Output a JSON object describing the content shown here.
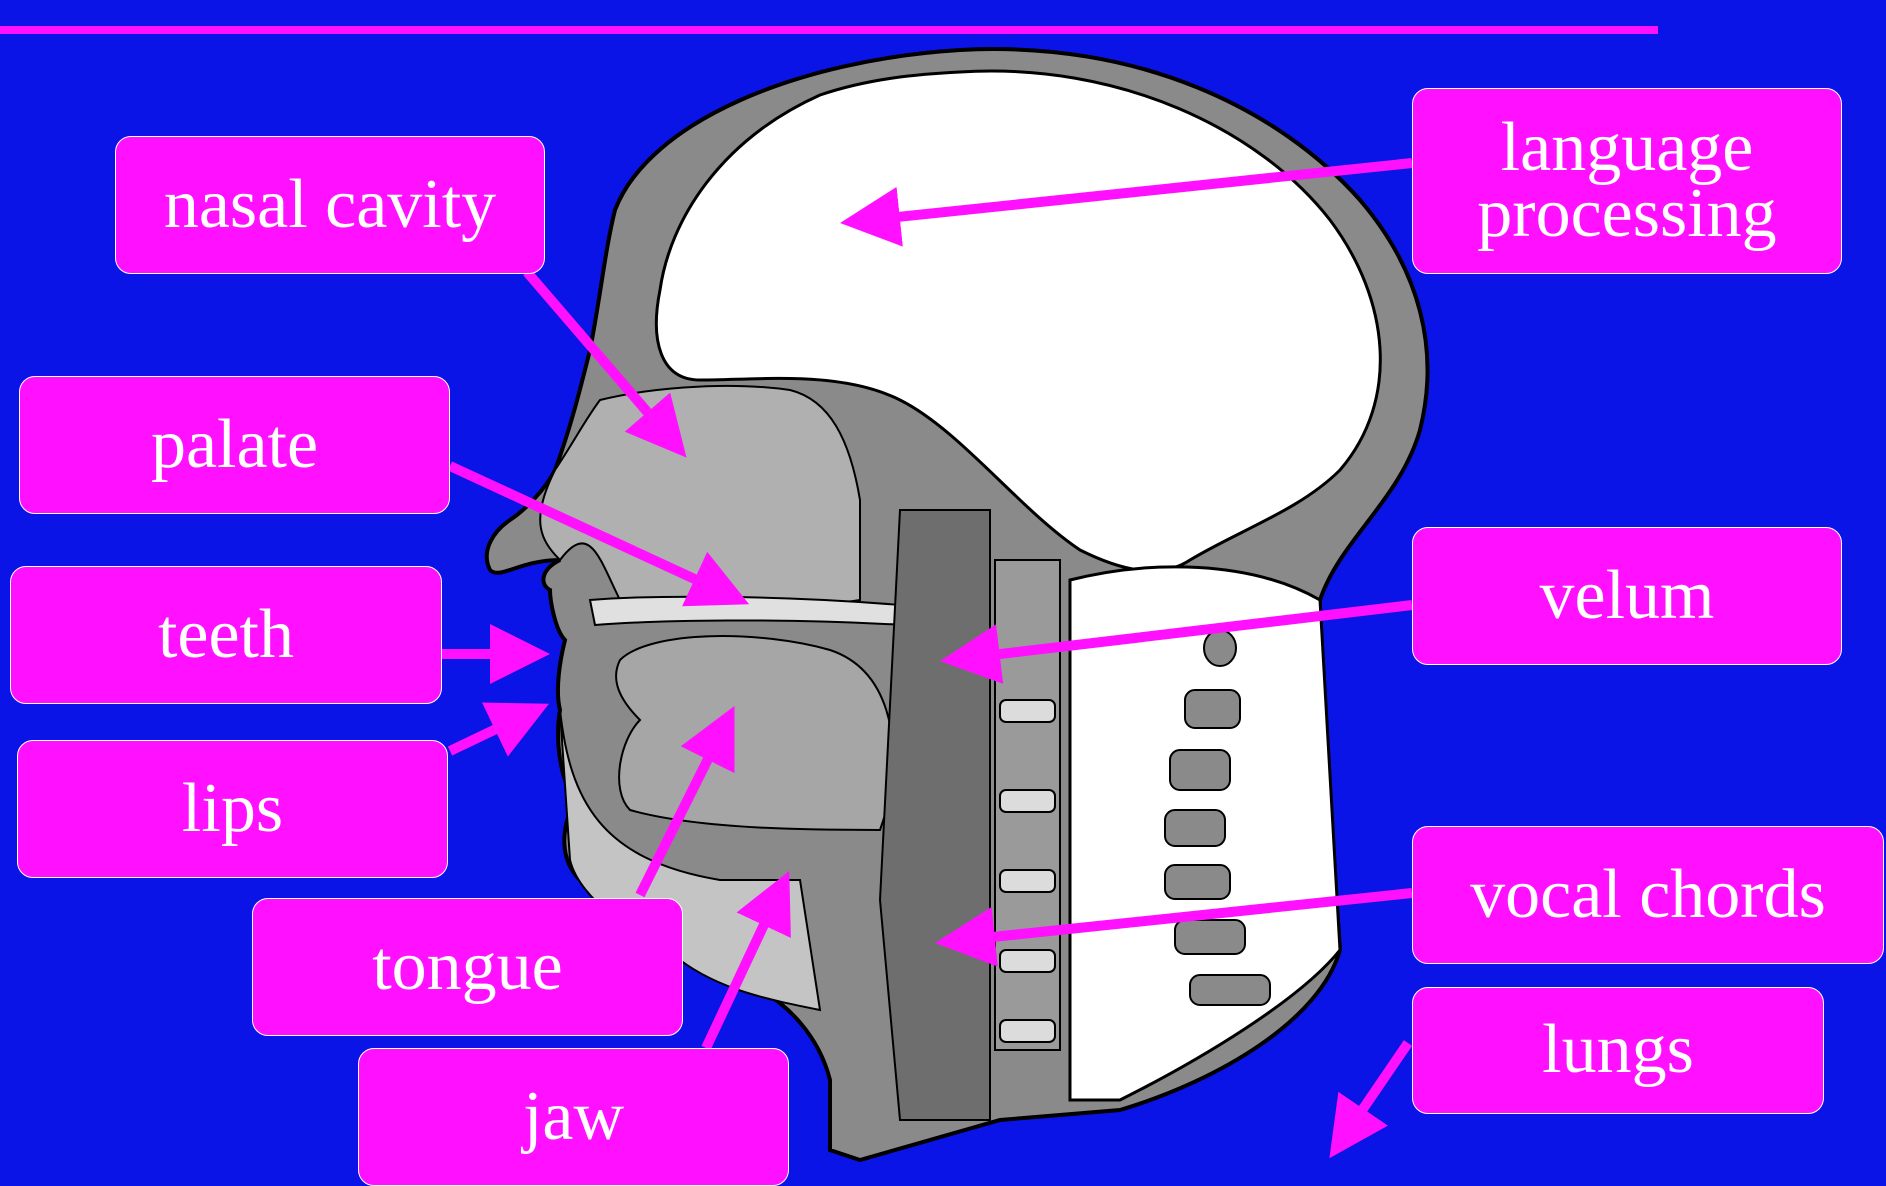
{
  "slide": {
    "background": "#0a14e6",
    "accent": "#ff10ff",
    "label_text_color": "#ffffff"
  },
  "labels": {
    "nasal_cavity": "nasal cavity",
    "palate": "palate",
    "teeth": "teeth",
    "lips": "lips",
    "tongue": "tongue",
    "jaw": "jaw",
    "language_processing_line1": "language",
    "language_processing_line2": "processing",
    "velum": "velum",
    "vocal_chords": "vocal chords",
    "lungs": "lungs"
  }
}
